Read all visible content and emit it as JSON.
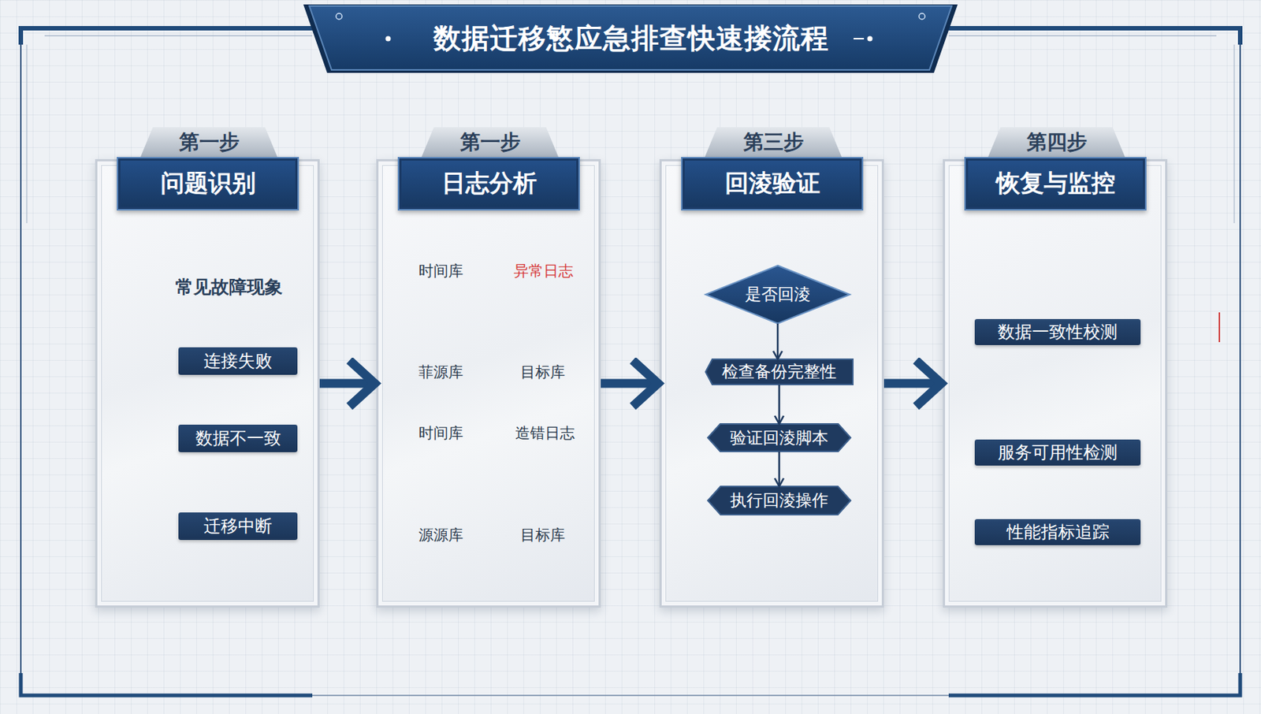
{
  "diagram": {
    "title": "数据迁移慜应急排查快速搂流程",
    "nodes": [
      {
        "text": [
          "第一步",
          "问题识别"
        ]
      },
      {
        "text": [
          "连接失败"
        ],
        "in": 0
      },
      {
        "text": [
          "数据不一致"
        ],
        "in": 0
      },
      {
        "text": [
          "迁移中断"
        ],
        "in": 0
      },
      {
        "text": [
          "第一步",
          "日志分析"
        ]
      },
      {
        "text": [
          "第三步",
          "回淩验证"
        ]
      },
      {
        "text": [
          "是否回淩"
        ],
        "in": 5
      },
      {
        "text": [
          "检查备份完整性"
        ],
        "in": 5
      },
      {
        "text": [
          "验证回淩脚本"
        ],
        "in": 5
      },
      {
        "text": [
          "执行回淩操作"
        ],
        "in": 5
      },
      {
        "text": [
          "第四步",
          "恢复与监控"
        ]
      },
      {
        "text": [
          "数据一致性校测"
        ],
        "in": 10
      },
      {
        "text": [
          "服务可用性检测"
        ],
        "in": 10
      },
      {
        "text": [
          "性能指标追踪"
        ],
        "in": 10
      }
    ],
    "edges": [
      {
        "from": 0,
        "to": 4,
        "arrow": "to"
      },
      {
        "from": 4,
        "to": 5,
        "arrow": "to"
      },
      {
        "from": 5,
        "to": 10,
        "arrow": "to"
      },
      {
        "from": 6,
        "to": 7,
        "arrow": "to"
      },
      {
        "from": 7,
        "to": 8,
        "arrow": "to"
      },
      {
        "from": 8,
        "to": 9,
        "arrow": "to"
      }
    ],
    "labels": [
      "常见故障现象",
      "时间库",
      "异常日志",
      "菲源库",
      "目标库",
      "时间库",
      "造错日志",
      "源源库",
      "目标库"
    ]
  }
}
